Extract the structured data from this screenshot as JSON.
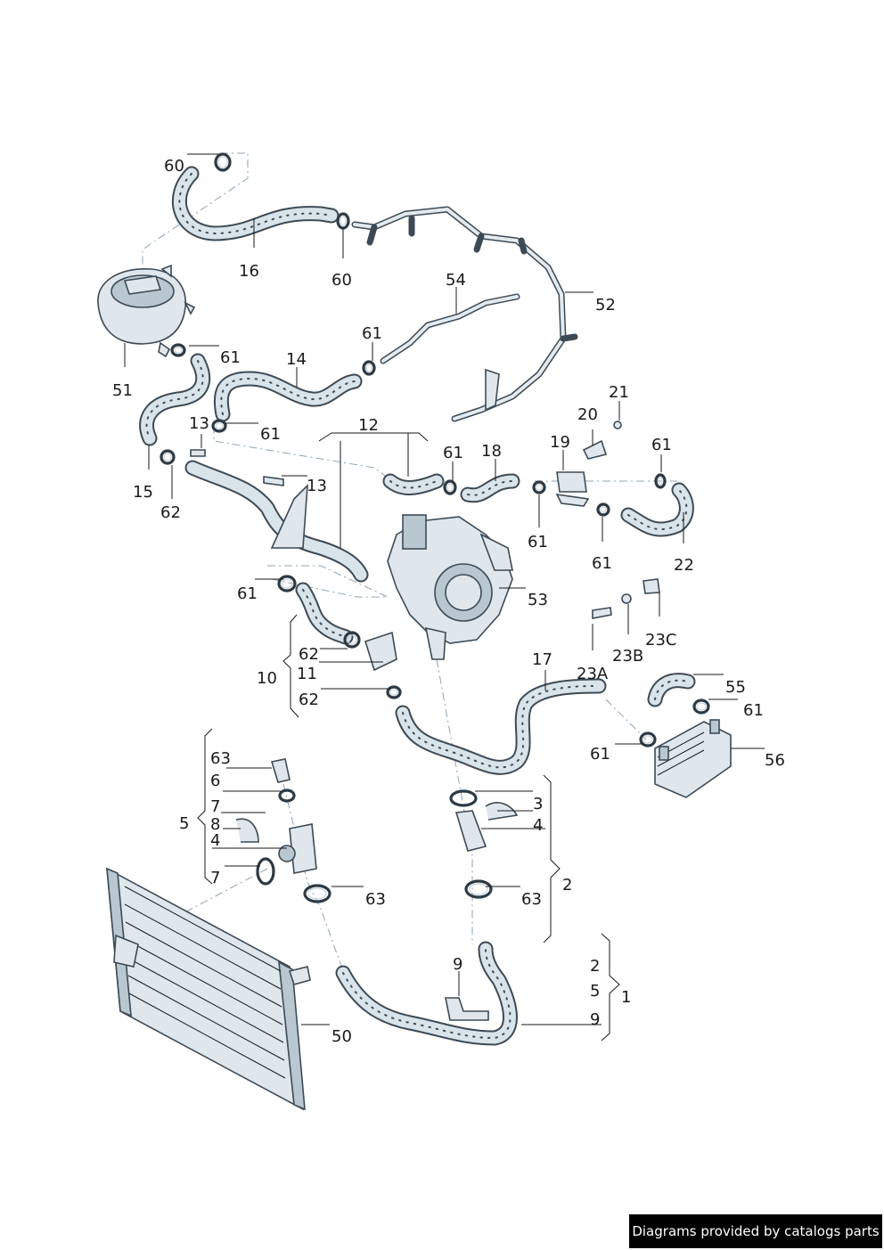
{
  "callouts": {
    "c60a": "60",
    "c16": "16",
    "c60b": "60",
    "c54": "54",
    "c52": "52",
    "c51": "51",
    "c61a": "61",
    "c14": "14",
    "c61b": "61",
    "c13a": "13",
    "c61c": "61",
    "c15": "15",
    "c62a": "62",
    "c13b": "13",
    "c12": "12",
    "c61d": "61",
    "c18": "18",
    "c19": "19",
    "c20": "20",
    "c21": "21",
    "c61e": "61",
    "c61f": "61",
    "c61g": "61",
    "c22": "22",
    "c53": "53",
    "c61h": "61",
    "c10": "10",
    "c62b": "62",
    "c11": "11",
    "c62c": "62",
    "c23a": "23A",
    "c23b": "23B",
    "c23c": "23C",
    "c17": "17",
    "c55": "55",
    "c61i": "61",
    "c61j": "61",
    "c56": "56",
    "c63a": "63",
    "c6": "6",
    "c7a": "7",
    "c8": "8",
    "c4a": "4",
    "c5": "5",
    "c7b": "7",
    "c63b": "63",
    "c3": "3",
    "c4b": "4",
    "c2a": "2",
    "c63c": "63",
    "c9a": "9",
    "c2b": "2",
    "c5b": "5",
    "c9b": "9",
    "c1": "1",
    "c50": "50"
  },
  "footer": {
    "credit": "Diagrams provided by catalogs parts"
  }
}
